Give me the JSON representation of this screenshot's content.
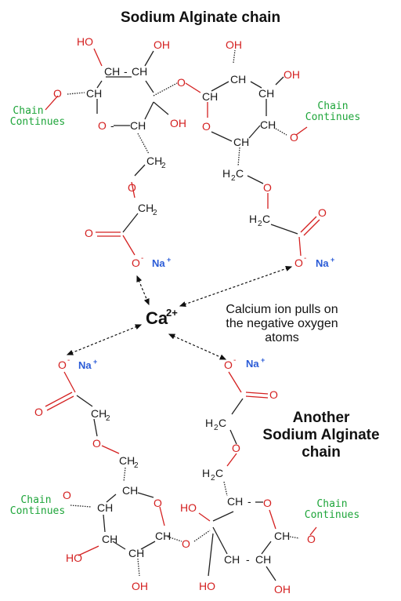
{
  "title_top": "Sodium Alginate chain",
  "title_bottom": [
    "Another",
    "Sodium Alginate",
    "chain"
  ],
  "calcium": {
    "symbol": "Ca",
    "charge": "2+"
  },
  "annotation": [
    "Calcium ion pulls on",
    "the negative oxygen",
    "atoms"
  ],
  "chain_continues": [
    "Chain",
    "Continues"
  ],
  "sodium": {
    "symbol": "Na",
    "charge": "+"
  },
  "atoms": {
    "CH": "CH",
    "CH2": "CH",
    "two": "2",
    "H2C": "H",
    "C": "C",
    "OH": "OH",
    "HO": "HO",
    "O": "O",
    "minus": "-"
  },
  "colors": {
    "oxygen": "#d42020",
    "sodium": "#2a5bd7",
    "chain_note": "#1ea53a",
    "text": "#111111"
  }
}
